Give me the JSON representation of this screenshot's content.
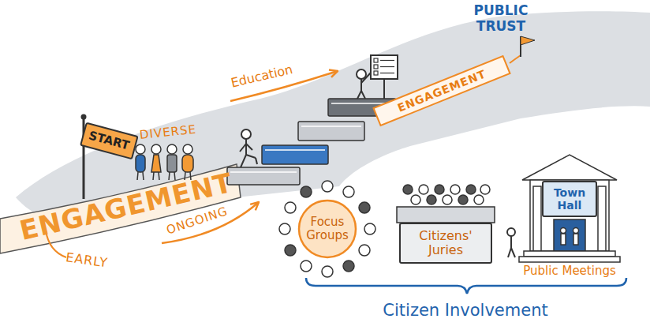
{
  "diagram": {
    "nodes": [
      {
        "text": [
          "START"
        ]
      },
      {
        "text": [
          "Focus Groups"
        ]
      },
      {
        "text": [
          "Citizens' Juries"
        ]
      },
      {
        "text": [
          "Town Hall"
        ]
      }
    ],
    "labels": [
      "PUBLIC TRUST",
      "Education",
      "ENGAGEMENT",
      "DIVERSE",
      "ENGAGEMENT",
      "EARLY",
      "ONGOING",
      "Public Meetings",
      "Citizen Involvement"
    ]
  }
}
